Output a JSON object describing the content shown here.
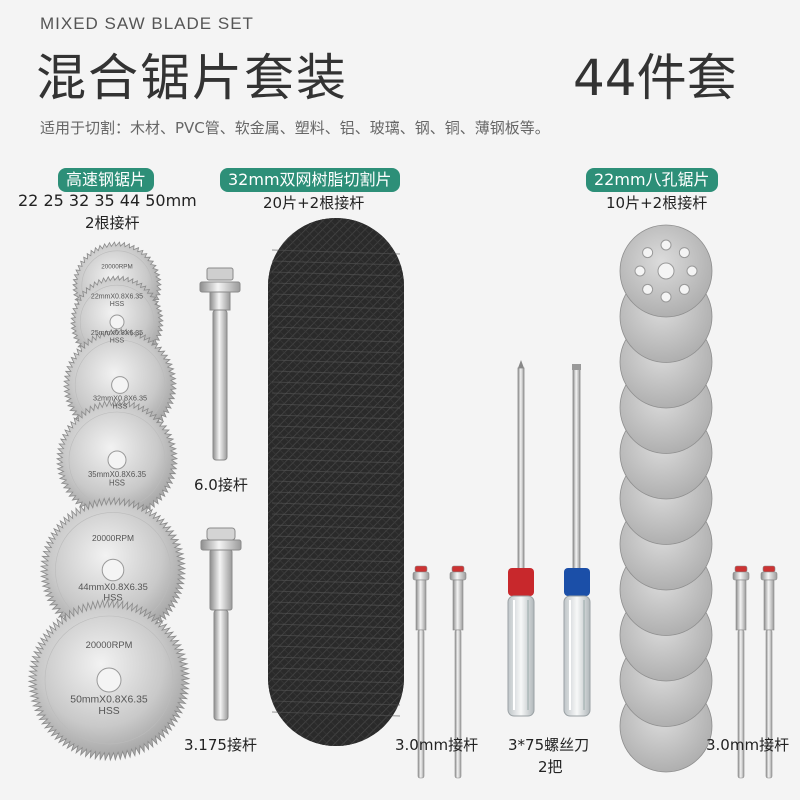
{
  "header": {
    "subtitle_en": "MIXED SAW BLADE SET",
    "title": "混合锯片套装",
    "count": "44件套",
    "usage": "适用于切割：木材、PVC管、软金属、塑料、铝、玻璃、钢、铜、薄钢板等。"
  },
  "groups": {
    "hss": {
      "badge": "高速钢锯片",
      "sizes": "22 25 32 35 44 50mm",
      "extra": "2根接杆"
    },
    "resin": {
      "badge": "32mm双网树脂切割片",
      "caption": "20片+2根接杆"
    },
    "diamond": {
      "badge": "22mm八孔锯片",
      "caption": "10片+2根接杆"
    }
  },
  "blade_marks": {
    "b22": "22mmX0.8X6.35",
    "b25": "25mmX0.8X6.35",
    "b32": "32mmX0.8X6.35",
    "b35": "35mmX0.8X6.35",
    "b44": "44mmX0.8X6.35",
    "b50": "50mmX0.8X6.35",
    "hss": "HSS",
    "rpm": "20000RPM"
  },
  "labels": {
    "shank_6": "6.0接杆",
    "shank_3175": "3.175接杆",
    "shank_3_mid": "3.0mm接杆",
    "screwdriver": "3*75螺丝刀",
    "screwdriver_qty": "2把",
    "shank_3_right": "3.0mm接杆"
  }
}
